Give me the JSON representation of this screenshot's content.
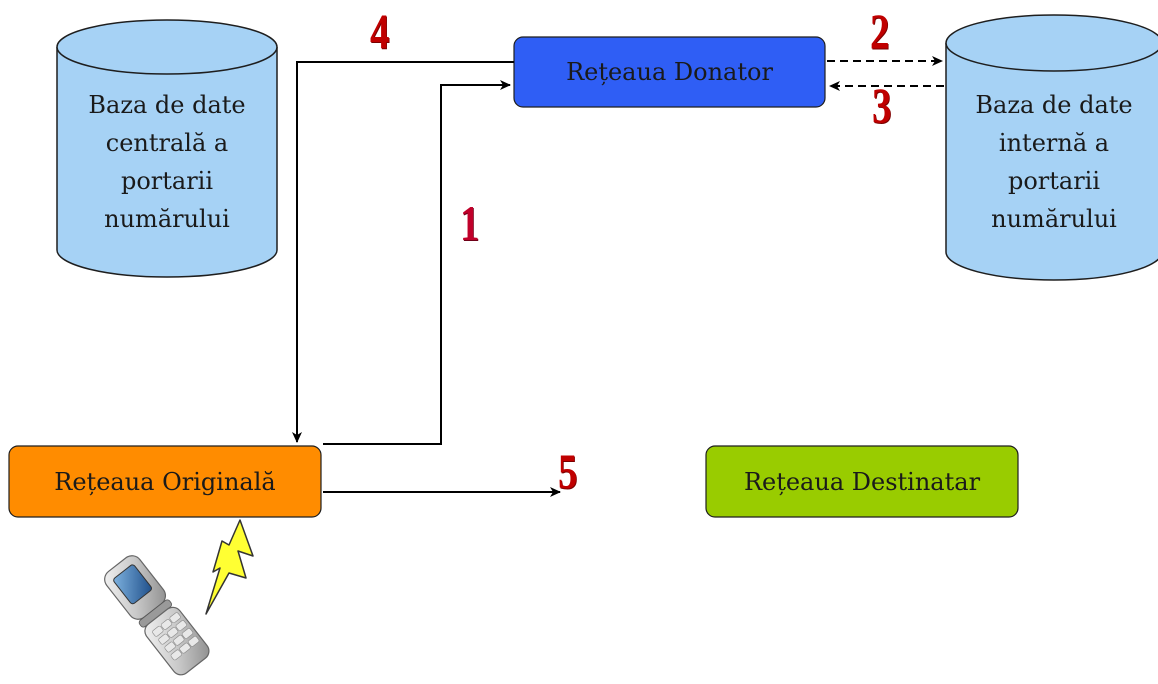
{
  "databases": {
    "central": {
      "lines": [
        "Baza de date",
        "centrală a",
        "portarii",
        "numărului"
      ]
    },
    "internal": {
      "lines": [
        "Baza de date",
        "internă a",
        "portarii",
        "numărului"
      ]
    }
  },
  "networks": {
    "donor": {
      "label": "Rețeaua Donator",
      "color": "#2f5ef5"
    },
    "original": {
      "label": "Rețeaua Originală",
      "color": "#ff8c00"
    },
    "recipient": {
      "label": "Rețeaua Destinatar",
      "color": "#99cc00"
    }
  },
  "steps": {
    "s1": "1",
    "s2": "2",
    "s3": "3",
    "s4": "4",
    "s5": "5"
  },
  "colors": {
    "database_fill": "#a6d2f5",
    "database_stroke": "#1e1e1e",
    "arrow": "#000000",
    "step_number": "#c00000",
    "lightning": "#ffff33"
  },
  "icons": {
    "phone": "flip-phone-icon",
    "signal": "lightning-bolt-icon"
  }
}
